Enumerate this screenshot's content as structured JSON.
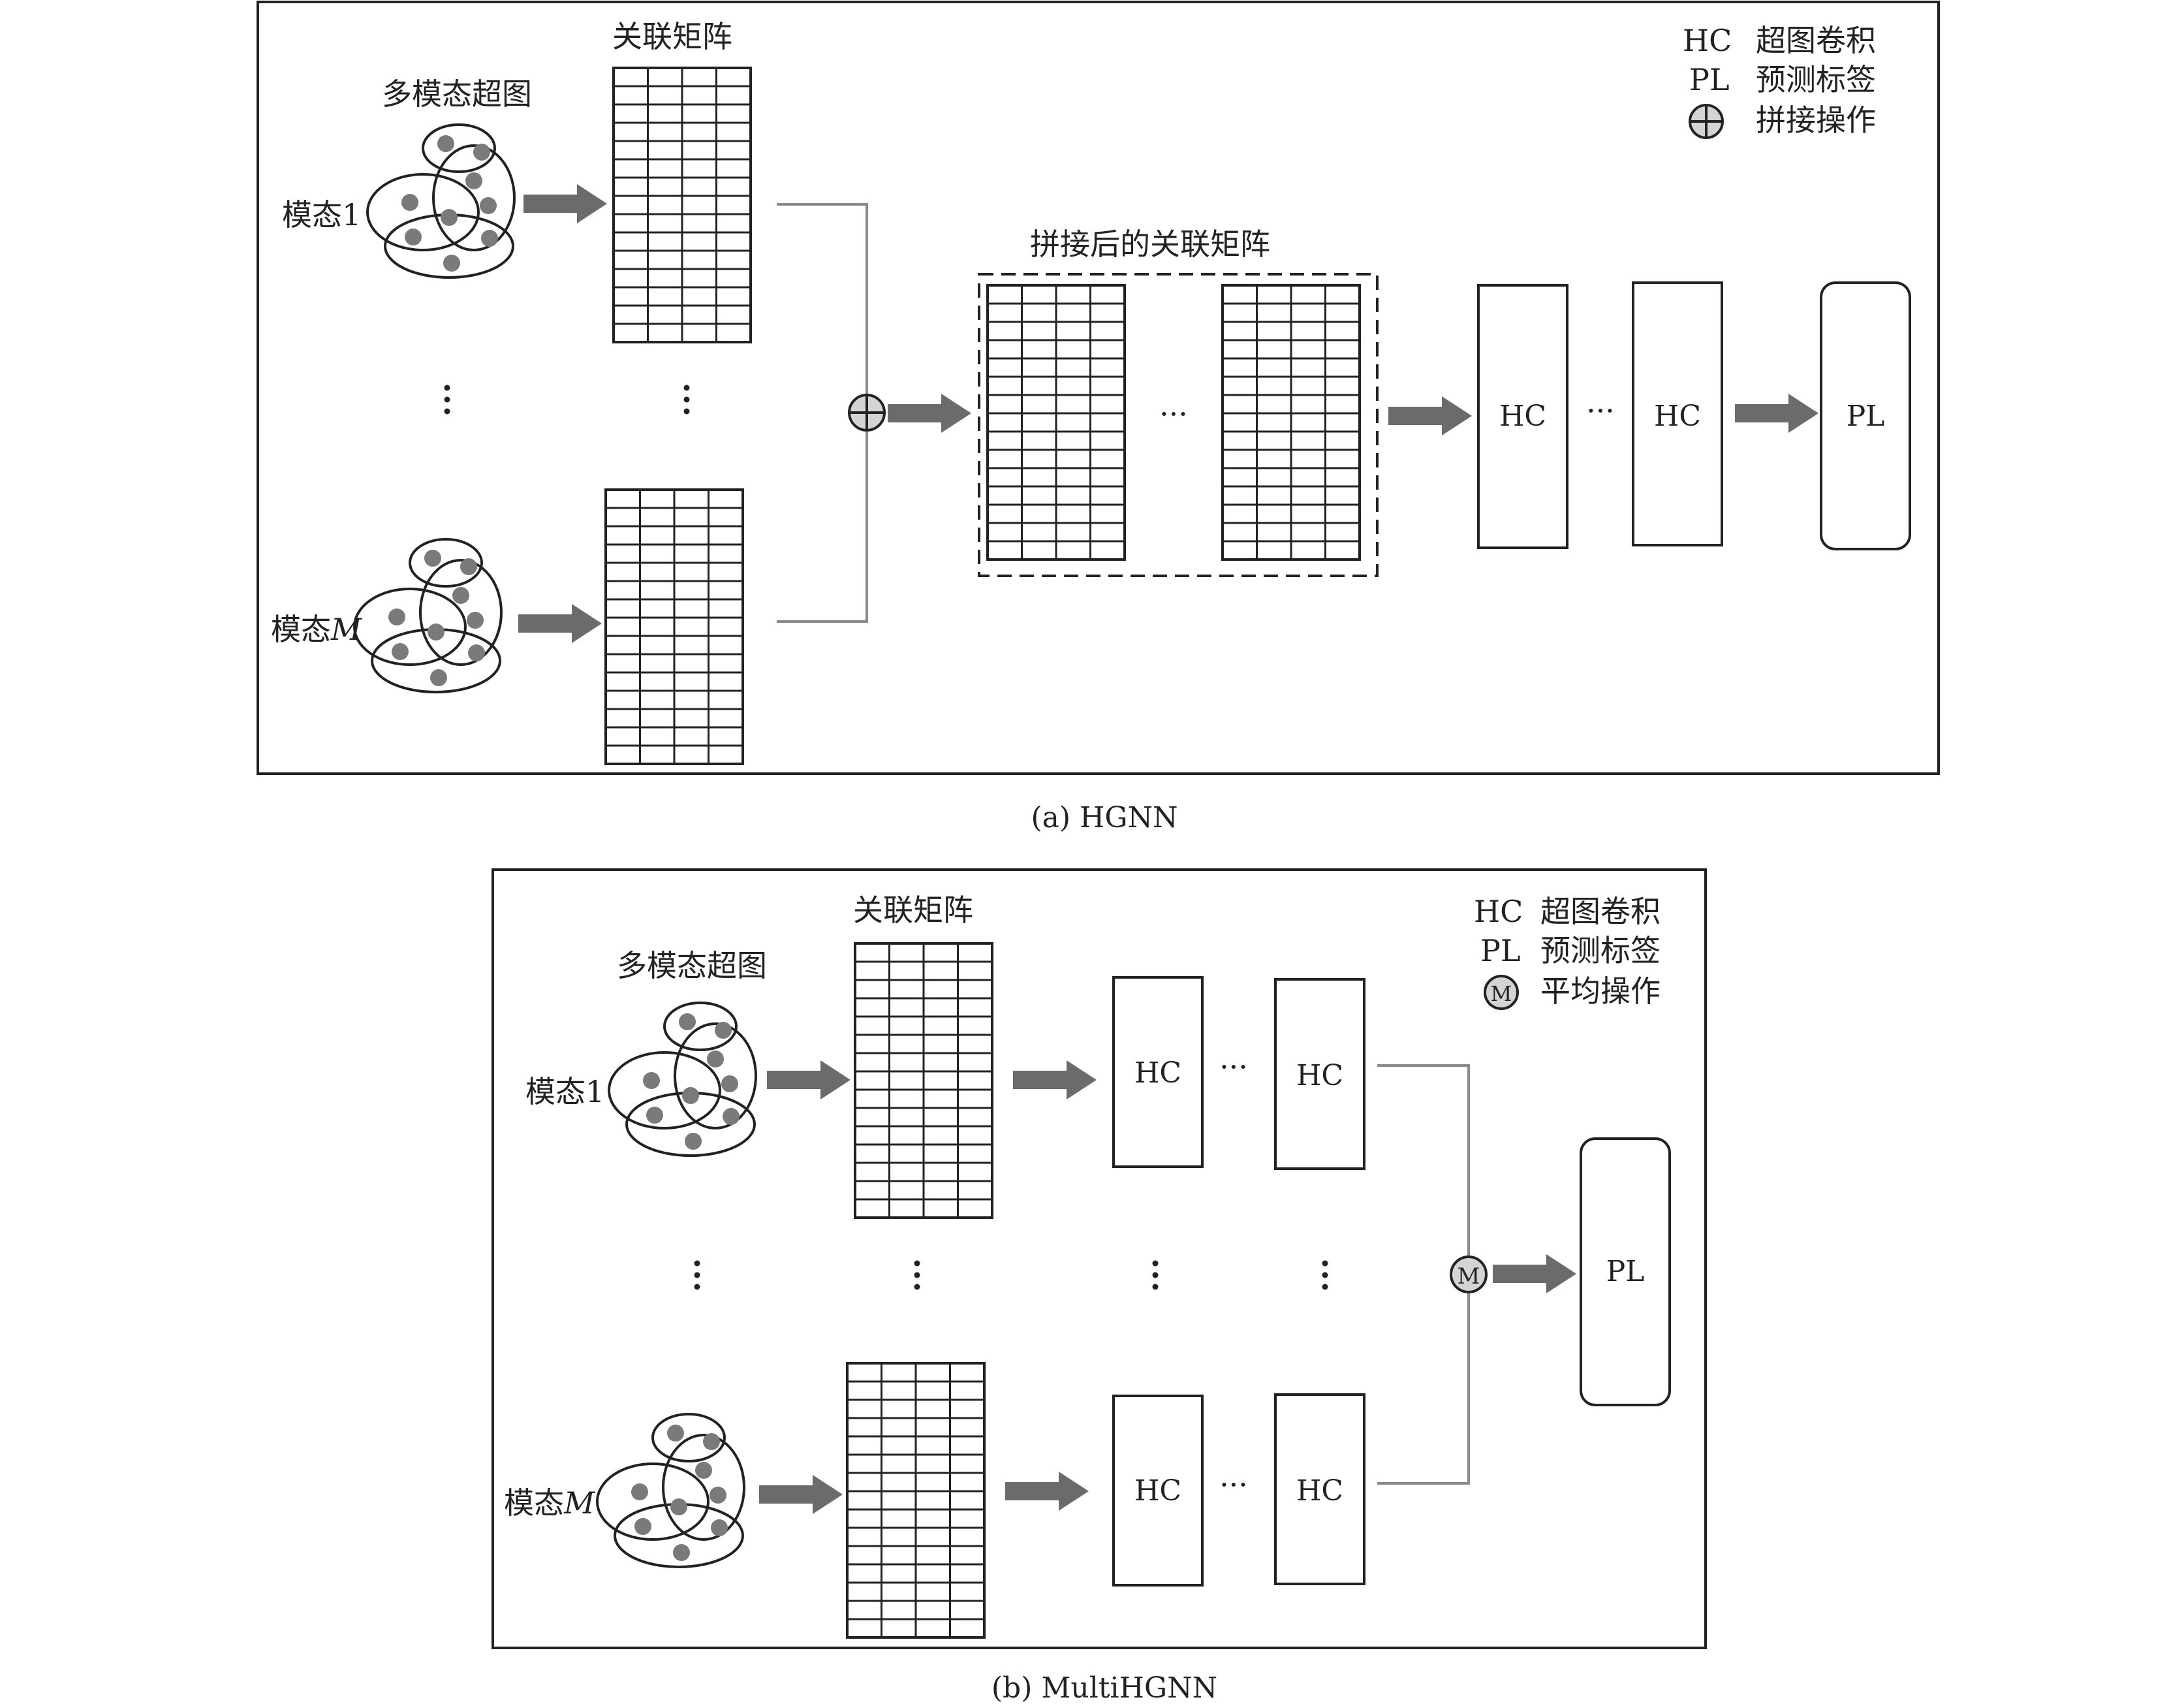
{
  "panel_a": {
    "matrix_label": "关联矩阵",
    "hypergraph_label": "多模态超图",
    "modality_first": "模态1",
    "modality_last_prefix": "模态",
    "modality_last_var": "M",
    "concat_matrix_label": "拼接后的关联矩阵",
    "ellipsis": "···",
    "vdots": "⋮",
    "hc_label": "HC",
    "pl_label": "PL",
    "legend": [
      {
        "key": "HC",
        "text": "超图卷积"
      },
      {
        "key": "PL",
        "text": "预测标签"
      },
      {
        "symbol": "⊕",
        "text": "拼接操作"
      }
    ],
    "caption": "(a)  HGNN"
  },
  "panel_b": {
    "matrix_label": "关联矩阵",
    "hypergraph_label": "多模态超图",
    "modality_first": "模态1",
    "modality_last_prefix": "模态",
    "modality_last_var": "M",
    "ellipsis": "···",
    "vdots": "⋮",
    "hc_label": "HC",
    "pl_label": "PL",
    "mean_symbol": "M",
    "legend": [
      {
        "key": "HC",
        "text": "超图卷积"
      },
      {
        "key": "PL",
        "text": "预测标签"
      },
      {
        "symbol": "M",
        "text": "平均操作"
      }
    ],
    "caption": "(b)  MultiHGNN"
  },
  "colors": {
    "line": "#222222",
    "arrow": "#6b6b6b",
    "dot": "#7a7a7a",
    "connector": "#8a8a8a",
    "symbol_fill": "#d4d4d4"
  }
}
